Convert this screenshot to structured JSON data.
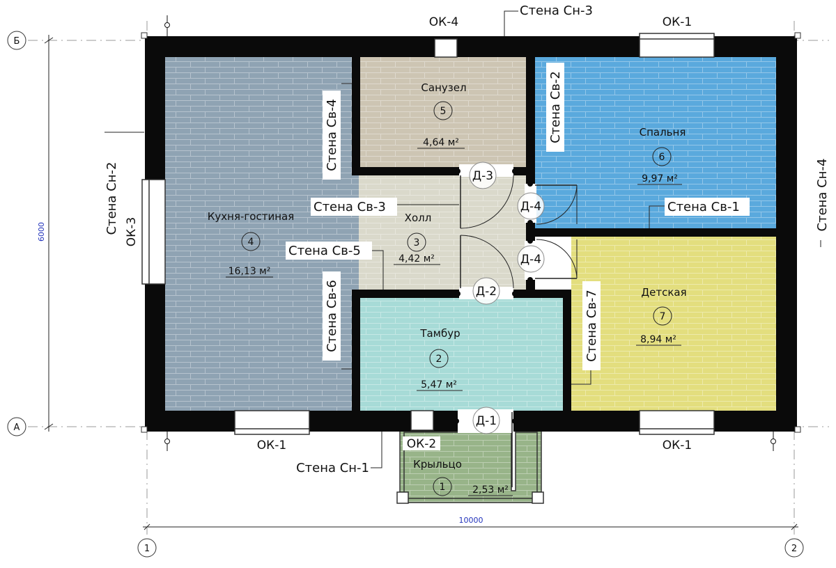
{
  "colors": {
    "wall": "#0a0a0a",
    "kitchen": "#8fa3b3",
    "bathroom": "#cdc5b3",
    "bedroom": "#5aa9dd",
    "hall": "#dad9cb",
    "tambur": "#a7dbd7",
    "kids": "#e3de7e",
    "porch": "#98b489"
  },
  "rooms": [
    {
      "id": "kitchen",
      "name": "Кухня-гостиная",
      "number": "4",
      "area": "16,13 м²"
    },
    {
      "id": "bathroom",
      "name": "Санузел",
      "number": "5",
      "area": "4,64 м²"
    },
    {
      "id": "bedroom",
      "name": "Спальня",
      "number": "6",
      "area": "9,97 м²"
    },
    {
      "id": "hall",
      "name": "Холл",
      "number": "3",
      "area": "4,42 м²"
    },
    {
      "id": "tambur",
      "name": "Тамбур",
      "number": "2",
      "area": "5,47 м²"
    },
    {
      "id": "kids",
      "name": "Детская",
      "number": "7",
      "area": "8,94 м²"
    },
    {
      "id": "porch",
      "name": "Крыльцо",
      "number": "1",
      "area": "2,53 м²"
    }
  ],
  "walls": {
    "sn1": "Стена Сн-1",
    "sn2": "Стена Сн-2",
    "sn3": "Стена Сн-3",
    "sn4": "Стена Сн-4",
    "sv1": "Стена Св-1",
    "sv2": "Стена Св-2",
    "sv3": "Стена Св-3",
    "sv4": "Стена Св-4",
    "sv5": "Стена Св-5",
    "sv6": "Стена Св-6",
    "sv7": "Стена Св-7"
  },
  "windows": {
    "ok1": "ОК-1",
    "ok2": "ОК-2",
    "ok3": "ОК-3",
    "ok4": "ОК-4"
  },
  "doors": {
    "d1": "Д-1",
    "d2": "Д-2",
    "d3": "Д-3",
    "d4": "Д-4"
  },
  "axes": {
    "a": "А",
    "b": "Б",
    "one": "1",
    "two": "2"
  },
  "dimensions": {
    "width": "10000",
    "height": "6000"
  }
}
